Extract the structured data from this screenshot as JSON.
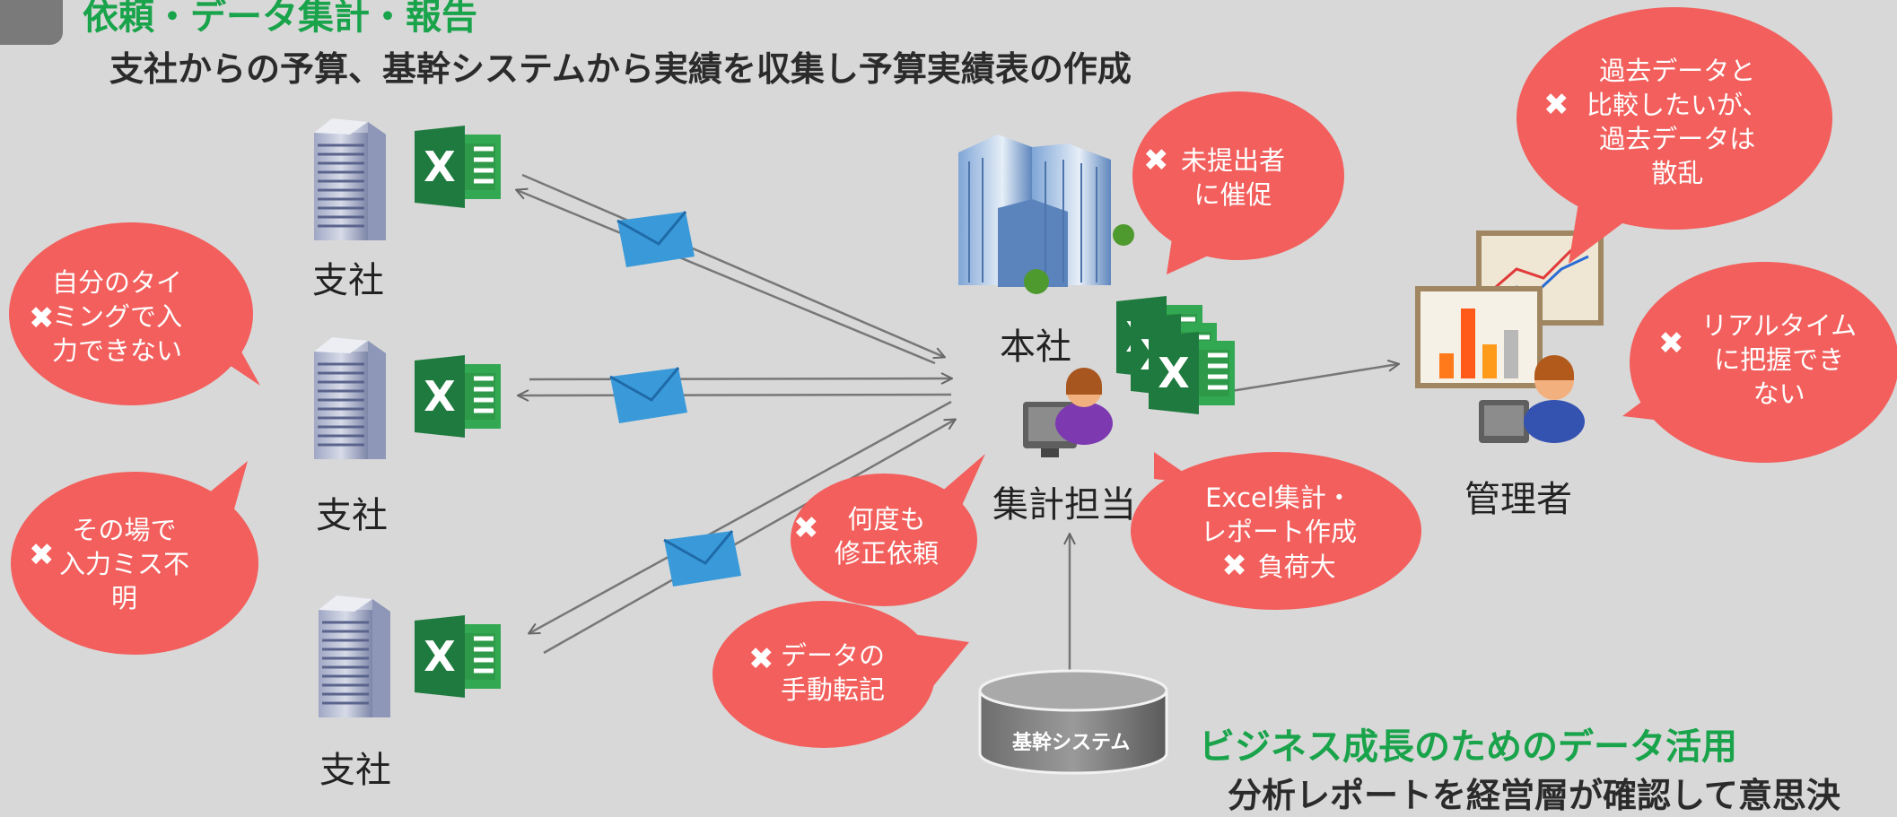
{
  "header": {
    "title": "依頼・データ集計・報告",
    "subtitle": "支社からの予算、基幹システムから実績を収集し予算実績表の作成"
  },
  "nodes": {
    "branch": "支社",
    "head_office": "本社",
    "aggregator": "集計担当",
    "manager": "管理者",
    "core_system": "基幹システム"
  },
  "bubbles": {
    "timing": [
      "自分のタイ",
      "ミングで入",
      "力できない"
    ],
    "input_error": [
      "その場で",
      "入力ミス不",
      "明"
    ],
    "reminder": [
      "未提出者",
      "に催促"
    ],
    "fix_request": [
      "何度も",
      "修正依頼"
    ],
    "manual_transfer": [
      "データの",
      "手動転記"
    ],
    "excel_work": [
      "Excel集計・",
      "レポート作成",
      "負荷大"
    ],
    "past_data": [
      "過去データと",
      "比較したいが、",
      "過去データは",
      "散乱"
    ],
    "realtime": [
      "リアルタイム",
      "に把握でき",
      "ない"
    ]
  },
  "footer": {
    "title": "ビジネス成長のためのデータ活用",
    "subtitle": "分析レポートを経営層が確認して意思決"
  },
  "icons": {
    "excel": "excel-icon",
    "building": "building-icon",
    "mail": "mail-icon",
    "operator": "operator-person-icon",
    "chart": "chart-board-icon",
    "database": "database-icon",
    "cross": "cross-icon"
  },
  "colors": {
    "bubble": "#f25f5c",
    "excel_green": "#1f7a3f",
    "title_green": "#19a34a",
    "mail_blue": "#3a9ad9"
  }
}
